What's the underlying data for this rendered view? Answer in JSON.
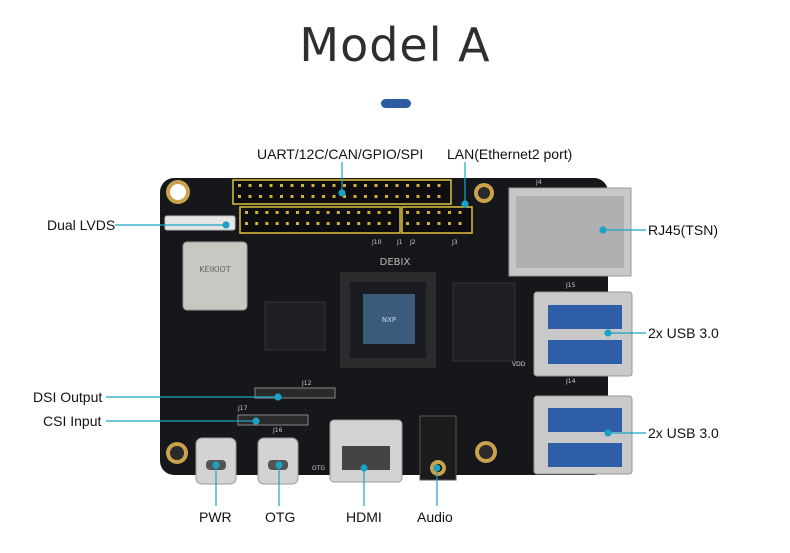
{
  "title": "Model A",
  "accent_color": "#2d5ba3",
  "line_color": "#1aa3c4",
  "board": {
    "chip_marks": [
      "NXP",
      "KEIKIOT"
    ],
    "silkscreen": [
      "J10",
      "J1",
      "J2",
      "J3",
      "J4",
      "J12",
      "J14",
      "J15",
      "J16",
      "J17",
      "OTG",
      "VDD",
      "DEBIX"
    ]
  },
  "labels": {
    "uart": "UART/12C/CAN/GPIO/SPI",
    "lan": "LAN(Ethernet2 port)",
    "dual_lvds": "Dual LVDS",
    "rj45": "RJ45(TSN)",
    "usb_top": "2x USB 3.0",
    "usb_bottom": "2x USB 3.0",
    "dsi": "DSI Output",
    "csi": "CSI Input",
    "pwr": "PWR",
    "otg": "OTG",
    "hdmi": "HDMI",
    "audio": "Audio"
  }
}
